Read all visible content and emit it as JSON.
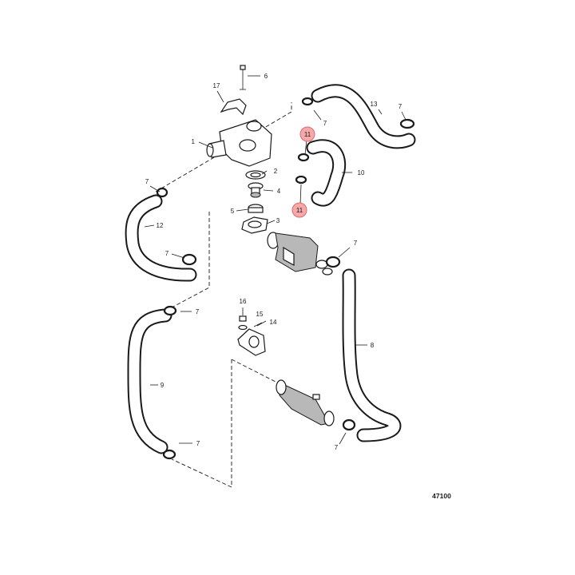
{
  "diagram": {
    "figure_number": "47100",
    "highlight_color": "#f7a8a8",
    "callouts": {
      "c1": "1",
      "c2": "2",
      "c3": "3",
      "c4": "4",
      "c5": "5",
      "c6": "6",
      "c7a": "7",
      "c7b": "7",
      "c7c": "7",
      "c7d": "7",
      "c7e": "7",
      "c7f": "7",
      "c7g": "7",
      "c7h": "7",
      "c8": "8",
      "c9": "9",
      "c10": "10",
      "c11a": "11",
      "c11b": "11",
      "c12": "12",
      "c13": "13",
      "c14": "14",
      "c15": "15",
      "c16": "16",
      "c17": "17"
    }
  }
}
